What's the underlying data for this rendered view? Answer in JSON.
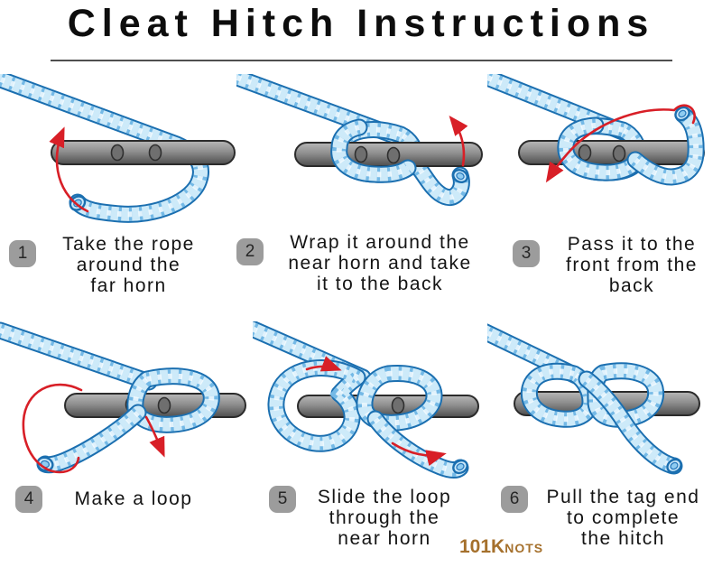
{
  "title": "Cleat Hitch Instructions",
  "steps": [
    {
      "number": "1",
      "lines": [
        "Take the rope",
        "around the",
        "far horn"
      ]
    },
    {
      "number": "2",
      "lines": [
        "Wrap it around the",
        "near horn and take",
        "it to the back"
      ]
    },
    {
      "number": "3",
      "lines": [
        "Pass it to the",
        "front from the",
        "back"
      ]
    },
    {
      "number": "4",
      "lines": [
        "Make a loop"
      ]
    },
    {
      "number": "5",
      "lines": [
        "Slide the loop",
        "through the",
        "near horn"
      ]
    },
    {
      "number": "6",
      "lines": [
        "Pull the tag end",
        "to complete",
        "the hitch"
      ]
    }
  ],
  "logo": {
    "part1": "101K",
    "part2": "NOTS"
  },
  "colors": {
    "rope_fill": "#cdeaf9",
    "rope_outline": "#1b6fb0",
    "rope_stripe": "#74b9e6",
    "cleat_gray": "#8e8e8e",
    "arrow_red": "#d81f27",
    "badge_gray": "#9c9c9c",
    "logo_brown": "#a5702c"
  }
}
